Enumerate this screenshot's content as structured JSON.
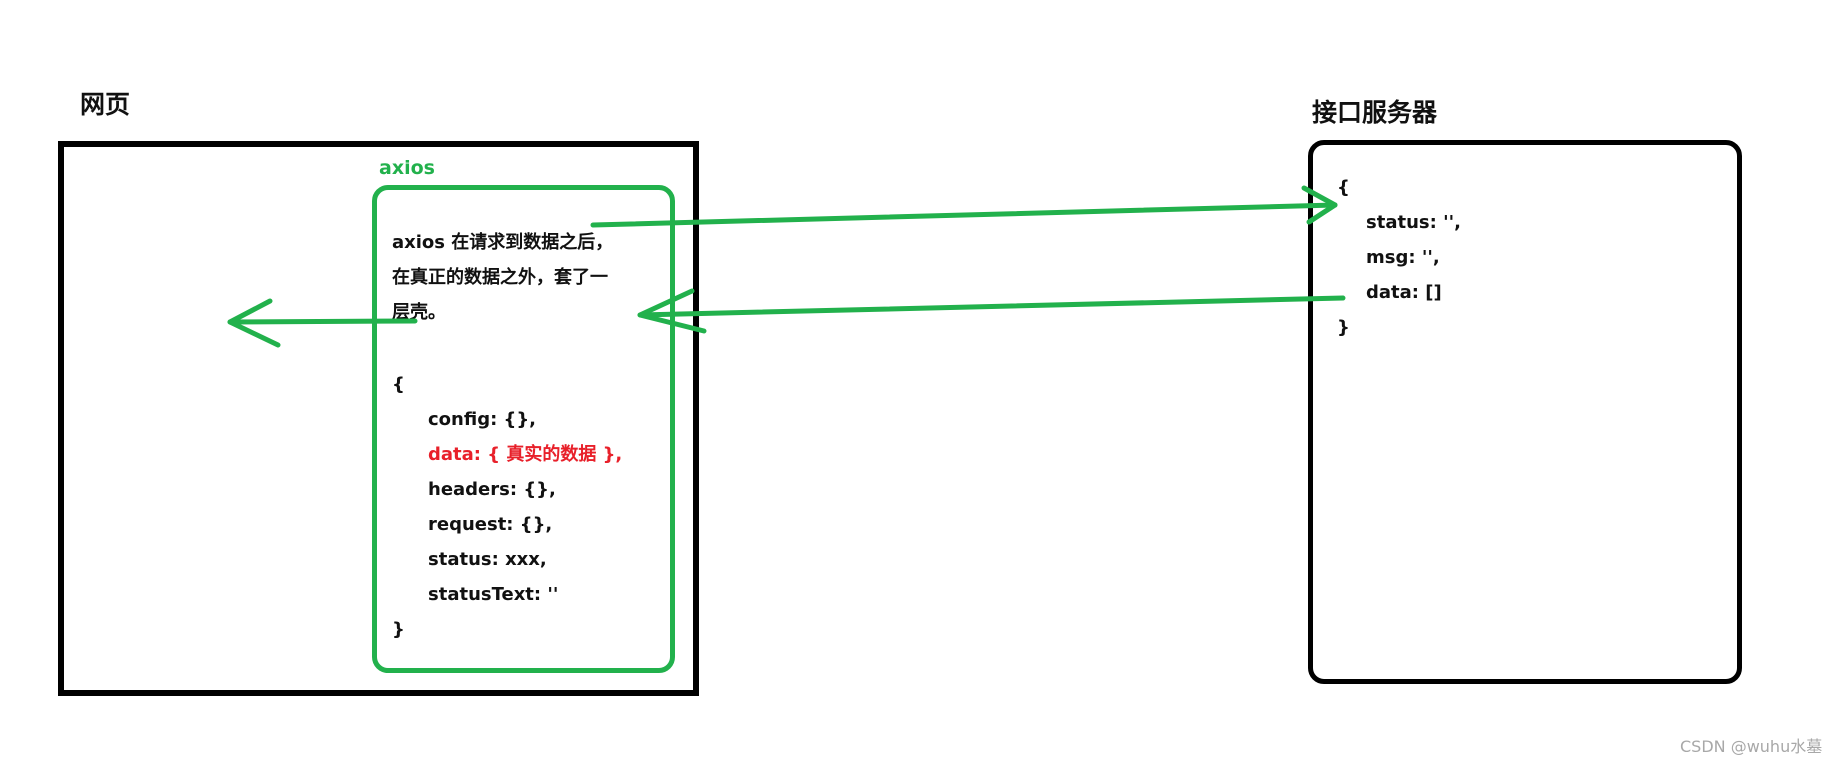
{
  "webpage": {
    "title": "网页",
    "axios_label": "axios",
    "description": [
      "axios 在请求到数据之后，",
      "在真正的数据之外，套了一",
      "层壳。"
    ],
    "response_object": {
      "open": "{",
      "fields": [
        {
          "text": "config: {},",
          "highlight": false
        },
        {
          "text": "data: { 真实的数据 },",
          "highlight": true
        },
        {
          "text": "headers: {},",
          "highlight": false
        },
        {
          "text": "request: {},",
          "highlight": false
        },
        {
          "text": "status: xxx,",
          "highlight": false
        },
        {
          "text": "statusText: ''",
          "highlight": false
        }
      ],
      "close": "}"
    }
  },
  "server": {
    "title": "接口服务器",
    "payload": {
      "open": "{",
      "fields": [
        "status: '',",
        "msg: '',",
        "data: []"
      ],
      "close": "}"
    }
  },
  "arrows": [
    {
      "name": "request-arrow",
      "from": "axios",
      "to": "server"
    },
    {
      "name": "response-arrow",
      "from": "server",
      "to": "axios"
    },
    {
      "name": "output-arrow",
      "from": "axios",
      "to": "webpage"
    }
  ],
  "colors": {
    "green": "#22b14c",
    "red": "#e8202a",
    "black": "#000000"
  },
  "watermark": "CSDN @wuhu水墓"
}
